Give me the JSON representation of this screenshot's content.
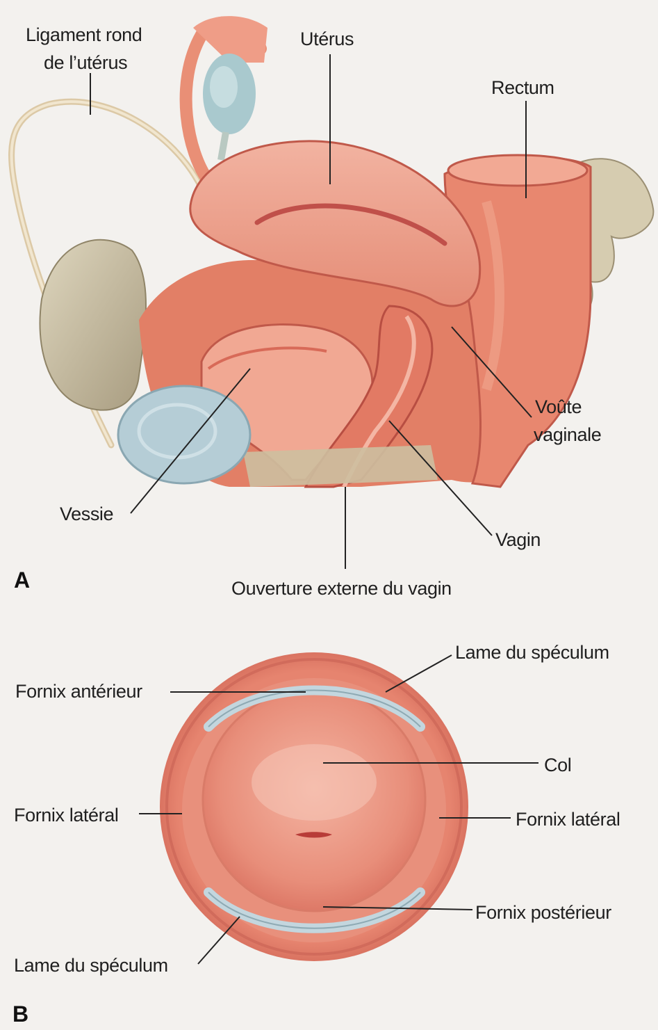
{
  "panel_a": {
    "letter": "A",
    "labels": {
      "ligament_line1": "Ligament rond",
      "ligament_line2": "de l’utérus",
      "uterus": "Utérus",
      "rectum": "Rectum",
      "voute_line1": "Voûte",
      "voute_line2": "vaginale",
      "vessie": "Vessie",
      "vagin": "Vagin",
      "ouverture": "Ouverture externe du vagin"
    }
  },
  "panel_b": {
    "letter": "B",
    "labels": {
      "lame_top": "Lame du spéculum",
      "fornix_anterieur": "Fornix antérieur",
      "col": "Col",
      "fornix_lateral_left": "Fornix latéral",
      "fornix_lateral_right": "Fornix latéral",
      "fornix_posterieur": "Fornix postérieur",
      "lame_bottom": "Lame du spéculum"
    }
  },
  "colors": {
    "tissue": "#e98f76",
    "tissue_light": "#f2b29f",
    "uterus": "#eea48f",
    "bone": "#cfc4a8",
    "bladder": "#b9cfd6",
    "speculum": "#c3d6de",
    "leader": "#222222"
  }
}
